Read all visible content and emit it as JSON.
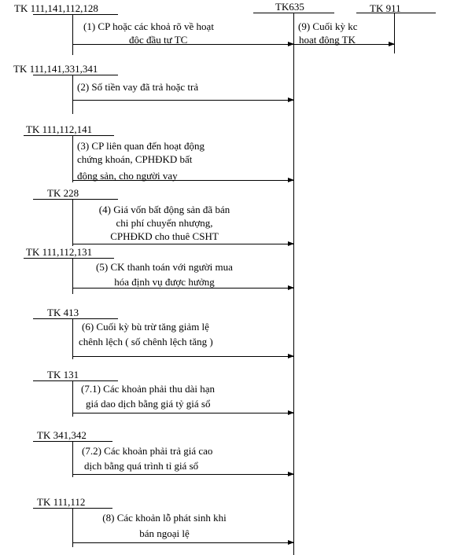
{
  "main_accounts": {
    "center": "TK635",
    "right": "TK 911"
  },
  "entries": [
    {
      "account": "TK 111,141,112,128",
      "lines": [
        "(1) CP hoặc các khoả rõ về hoạt",
        "độc đầu tư TC"
      ]
    },
    {
      "account": "TK 111,141,331,341",
      "lines": [
        "(2) Số tiền vay đã trả hoặc trả"
      ]
    },
    {
      "account": "TK 111,112,141",
      "lines": [
        "(3) CP liên quan đến hoạt động",
        "chứng khoán, CPHĐKD  bất",
        "động sản, cho người vay"
      ]
    },
    {
      "account": "TK 228",
      "lines": [
        "(4) Giá vốn bất động sản đã bán",
        "chi phí chuyển nhượng,",
        "CPHĐKD   cho thuê CSHT"
      ]
    },
    {
      "account": "TK 111,112,131",
      "lines": [
        "(5) CK thanh toán với người mua",
        "hóa định vụ được hưởng"
      ]
    },
    {
      "account": "TK 413",
      "lines": [
        "(6) Cuối kỳ bù trừ tăng giảm  lệ",
        "chênh lệch ( số chênh lệch tăng )"
      ]
    },
    {
      "account": "TK 131",
      "lines": [
        "(7.1) Các khoản phải thu dài hạn",
        "giá dao dịch bằng giá tỷ giá sổ"
      ]
    },
    {
      "account": "TK 341,342",
      "lines": [
        "(7.2) Các khoản phải trả giá cao",
        "dịch bằng quá trình tỉ giá sổ"
      ]
    },
    {
      "account": "TK 111,112",
      "lines": [
        "(8) Các khoản lỗ phát sinh khi",
        "bán ngoại lệ"
      ]
    }
  ],
  "transfer": {
    "lines": [
      "(9) Cuối kỳ kc",
      "hoạt động TK"
    ]
  }
}
